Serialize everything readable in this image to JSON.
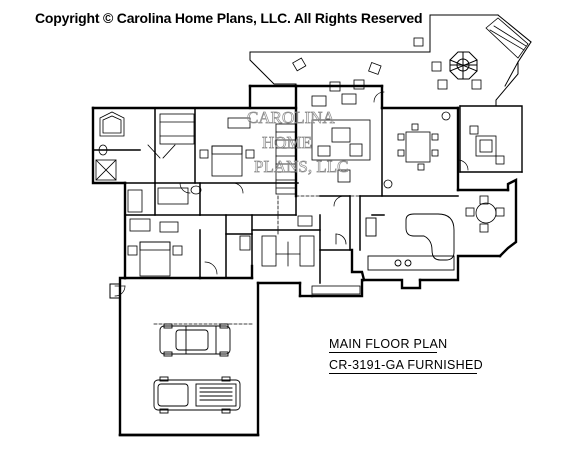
{
  "header": {
    "copyright": "Copyright © Carolina Home Plans, LLC. All Rights Reserved"
  },
  "labels": {
    "plan_title": "MAIN FLOOR PLAN",
    "plan_id": "CR-3191-GA FURNISHED"
  },
  "watermark": {
    "line1": "CAROLINA",
    "line2": "HOME",
    "line3": "PLANS, LLC"
  },
  "colors": {
    "ink": "#000000",
    "watermark": "#8a8a8a",
    "background": "#ffffff"
  }
}
